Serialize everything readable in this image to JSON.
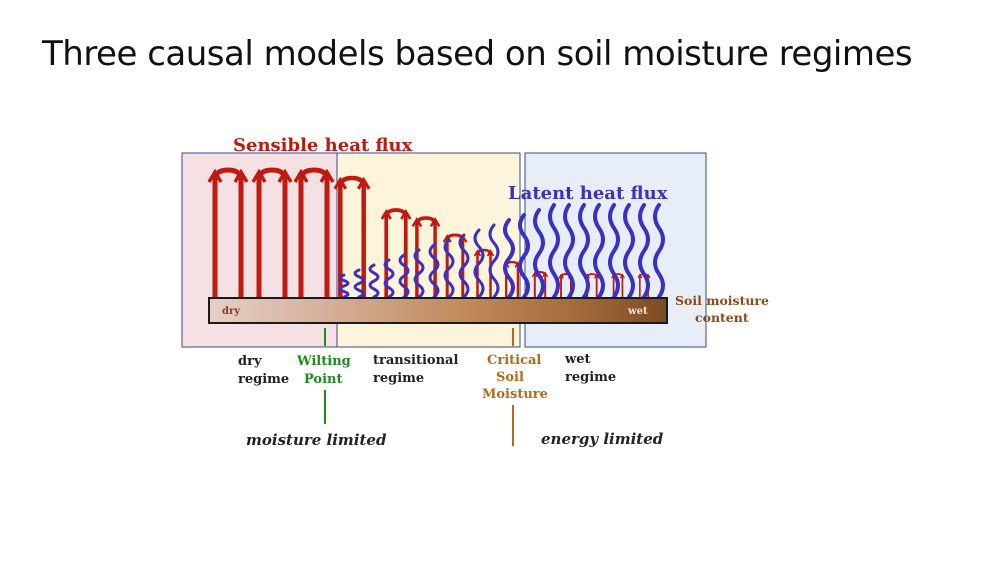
{
  "slide": {
    "title": "Three causal models based on soil moisture regimes"
  },
  "diagram": {
    "sensible_heat_flux_label": "Sensible heat flux",
    "latent_heat_flux_label": "Latent heat flux",
    "soil_moisture_label_line1": "Soil moisture",
    "soil_moisture_label_line2": "content",
    "bar_dry_label": "dry",
    "bar_wet_label": "wet",
    "regimes": [
      {
        "line1": "dry",
        "line2": "regime"
      },
      {
        "line1": "transitional",
        "line2": "regime"
      },
      {
        "line1": "wet",
        "line2": "regime"
      }
    ],
    "wilting_point": {
      "line1": "Wilting",
      "line2": "Point"
    },
    "critical_soil_moisture": {
      "line1": "Critical",
      "line2": "Soil",
      "line3": "Moisture"
    },
    "moisture_limited_label": "moisture limited",
    "energy_limited_label": "energy limited",
    "colors": {
      "sensible": "#c0190f",
      "latent": "#3b2fc4",
      "dry_zone": "#f5e1e3",
      "transitional_zone": "#fdf4dc",
      "wet_zone": "#e7eef8",
      "zone_border": "#3a4a8a",
      "wilting": "#1f8a1f",
      "critical": "#b8681a",
      "soil_dark": "#7a4a22",
      "soil_light": "#d9b8a5"
    }
  }
}
